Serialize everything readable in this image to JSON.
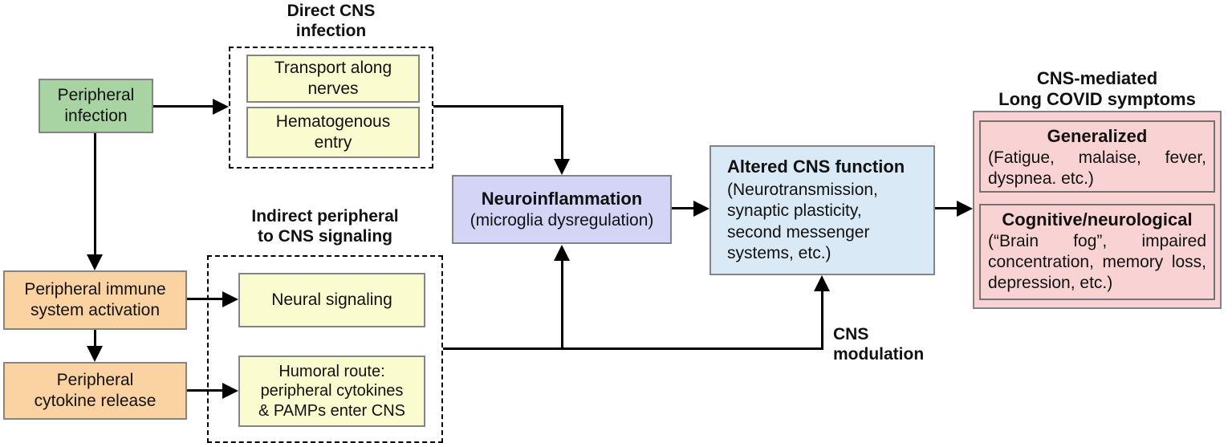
{
  "headers": {
    "direct_cns": "Direct CNS\ninfection",
    "indirect": "Indirect peripheral\nto CNS signaling",
    "cns_mediated": "CNS-mediated\nLong COVID symptoms",
    "cns_modulation": "CNS\nmodulation"
  },
  "nodes": {
    "peripheral_infection": "Peripheral\ninfection",
    "transport_nerves": "Transport along\nnerves",
    "hematogenous_entry": "Hematogenous\nentry",
    "immune_activation": "Peripheral immune\nsystem activation",
    "cytokine_release": "Peripheral\ncytokine release",
    "neural_signaling": "Neural signaling",
    "humoral_route": "Humoral route:\nperipheral cytokines\n& PAMPs enter CNS",
    "neuroinflammation": {
      "title": "Neuroinflammation",
      "subtitle": "(microglia dysregulation)"
    },
    "altered_cns": {
      "title": "Altered CNS function",
      "body": "(Neurotransmission,\nsynaptic plasticity,\nsecond messenger\nsystems, etc.)"
    },
    "generalized": {
      "title": "Generalized",
      "body": "(Fatigue, malaise, fever, dyspnea. etc.)"
    },
    "cognitive": {
      "title": "Cognitive/neurological",
      "body": "(“Brain fog”, impaired concentration, memory loss, depression, etc.)"
    }
  },
  "colors": {
    "infection_green": "#a8d3a2",
    "peripheral_orange": "#fbd2a2",
    "route_yellow": "#fbfbd0",
    "neuroinflammation_purple": "#d4d4f6",
    "altered_blue": "#d9eaf6",
    "symptoms_pink": "#f9d3d3",
    "box_border_gray": "#848484",
    "line_black": "#000000"
  }
}
